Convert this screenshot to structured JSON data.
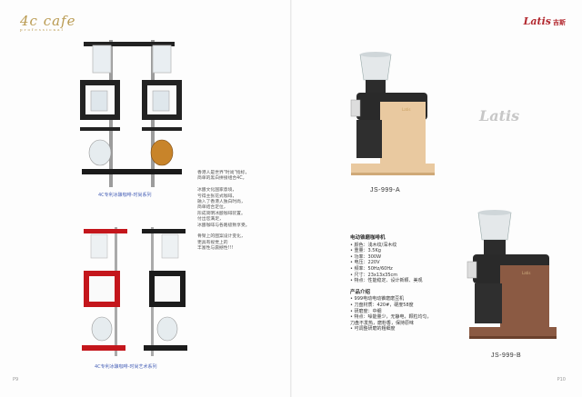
{
  "header": {
    "left_logo": "4c cafe",
    "left_logo_sub": "professional",
    "right_logo": "Latis",
    "right_logo_cn": "吉斯"
  },
  "mid_logo": "Latis",
  "left_page": {
    "caption_top": "4C专利冰酿咖啡-时尚系列",
    "caption_bottom": "4C专利冰酿咖啡-时尚艺术系列",
    "text_lines": [
      "香港人是世界\"时尚\"指标，",
      "简单的黑白拼接组合4C。",
      "",
      "冰酿文化国家意境，",
      "亏得主张花式咖啡，",
      "融入了香港人独白时尚，",
      "简单结合定位，",
      "形成简明冰酿咖啡装置。",
      "付出您满足，",
      "冰酿咖啡与各路极致享受。",
      "",
      "骨架上的图案设计变化，",
      "更具有视觉上的",
      "丰富性与震撼性!!!"
    ],
    "page_number": "P9"
  },
  "right_page": {
    "model_a": "JS-999-A",
    "model_b": "JS-999-B",
    "spec_title": "电动锥磨咖啡机",
    "specs": [
      "• 颜色：浅木纹/深木纹",
      "• 重量：3.5Kg",
      "• 功率：300W",
      "• 电压：220V",
      "• 频率：50Hz/60Hz",
      "• 尺寸：23x13x35cm",
      "• 特点：性能稳定、设计新颖、美观"
    ],
    "intro_title": "产品介绍",
    "intro": [
      "• 999电动电动锥磨磨豆机",
      "• 刀盘材质：420#，硬度58度",
      "• 研磨度：中细",
      "• 特点：噪能量少，无静电，颗粒均匀，",
      "  刀盘不发热，磨粉香，保持原味",
      "• 可调整研磨的粗细度"
    ],
    "page_number": "P10"
  },
  "colors": {
    "brand_gold": "#b99a50",
    "brand_red": "#b2272e",
    "caption_blue": "#4a63b8"
  }
}
